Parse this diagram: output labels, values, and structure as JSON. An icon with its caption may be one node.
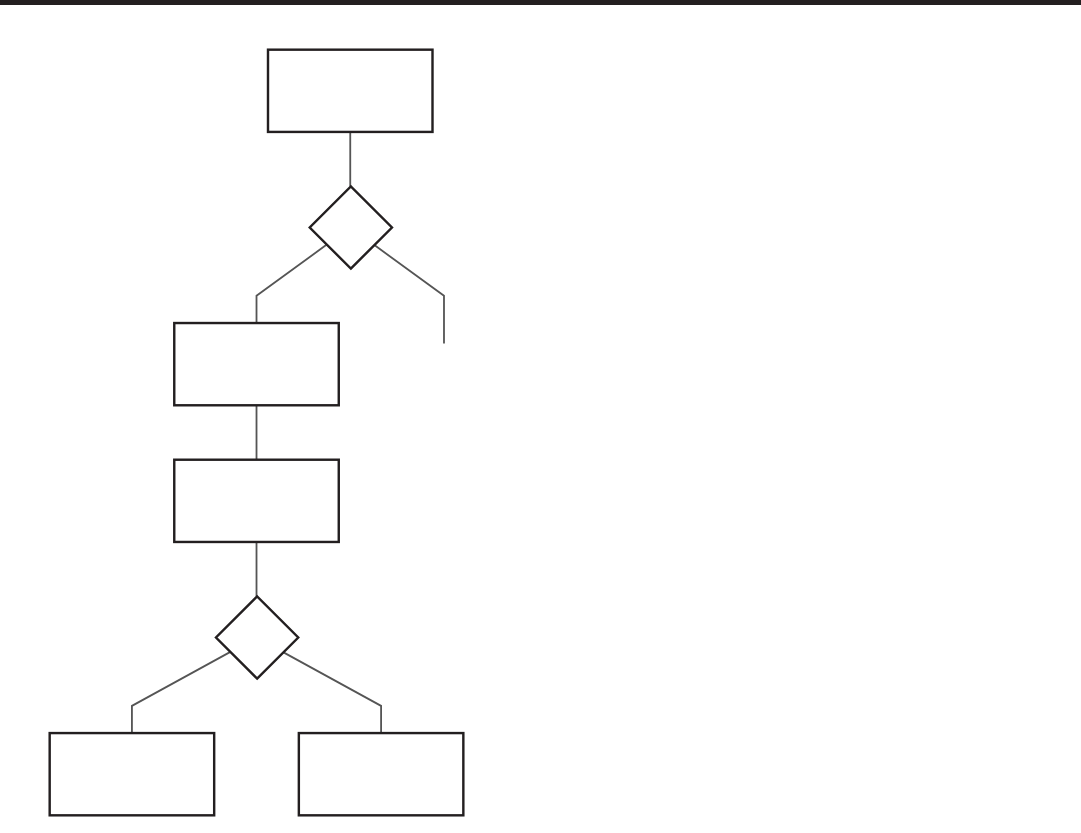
{
  "diagram": {
    "nodes": [
      {
        "text": [],
        "shape": "box"
      },
      {
        "text": [],
        "shape": "diamond"
      },
      {
        "text": [],
        "shape": "box"
      },
      {
        "text": [],
        "shape": "box"
      },
      {
        "text": [],
        "shape": "diamond"
      },
      {
        "text": [],
        "shape": "box"
      },
      {
        "text": [],
        "shape": "box"
      }
    ],
    "edges": [
      {
        "from": 0,
        "to": 1,
        "arrow": "none"
      },
      {
        "from": 1,
        "to": null,
        "arrow": "none"
      },
      {
        "from": 1,
        "to": 2,
        "arrow": "none"
      },
      {
        "from": 2,
        "to": 3,
        "arrow": "none"
      },
      {
        "from": 3,
        "to": 4,
        "arrow": "none"
      },
      {
        "from": 4,
        "to": 5,
        "arrow": "none"
      },
      {
        "from": 4,
        "to": 6,
        "arrow": "none"
      }
    ]
  }
}
